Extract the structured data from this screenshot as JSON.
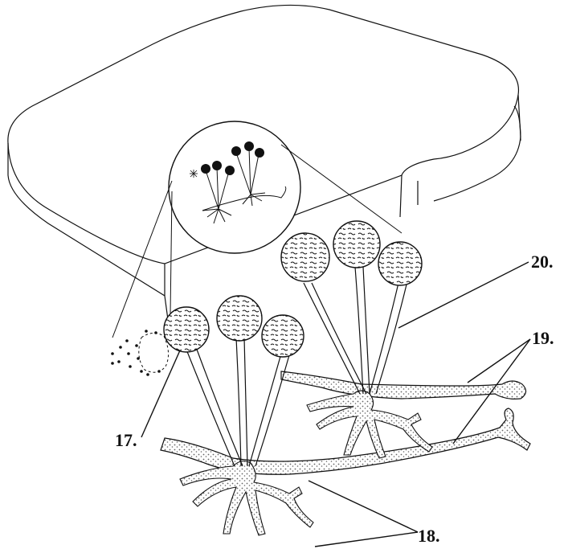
{
  "labels": {
    "sporangium": "17.",
    "rhizoids": "18.",
    "stolon": "19.",
    "sporangiophore": "20."
  },
  "colors": {
    "ink": "#111111",
    "fill": "#ffffff",
    "stipple": "#9a9a9a"
  },
  "icons": [
    "bread-slice",
    "magnifier-circle",
    "spore-burst"
  ]
}
